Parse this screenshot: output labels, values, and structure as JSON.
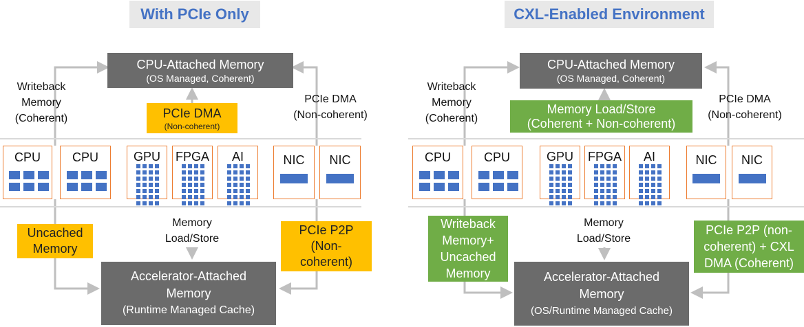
{
  "left": {
    "title": "With PCIe Only",
    "cpu_memory": {
      "title": "CPU-Attached Memory",
      "subtitle": "(OS Managed, Coherent)"
    },
    "writeback": [
      "Writeback",
      "Memory",
      "(Coherent)"
    ],
    "pcie_dma_box": {
      "title": "PCIe DMA",
      "subtitle": "(Non-coherent)"
    },
    "pcie_dma_right": [
      "PCIe DMA",
      "(Non-coherent)"
    ],
    "chips": [
      "CPU",
      "CPU",
      "GPU",
      "FPGA",
      "AI",
      "NIC",
      "NIC"
    ],
    "uncached": [
      "Uncached",
      "Memory"
    ],
    "mem_loadstore": [
      "Memory",
      "Load/Store"
    ],
    "p2p": [
      "PCIe P2P",
      "(Non-",
      "coherent)"
    ],
    "accel_memory": {
      "line1": "Accelerator-Attached",
      "line2": "Memory",
      "subtitle": "(Runtime Managed Cache)"
    }
  },
  "right": {
    "title": "CXL-Enabled Environment",
    "cpu_memory": {
      "title": "CPU-Attached Memory",
      "subtitle": "(OS Managed, Coherent)"
    },
    "writeback": [
      "Writeback",
      "Memory",
      "(Coherent)"
    ],
    "loadstore_box": [
      "Memory Load/Store",
      "(Coherent + Non-coherent)"
    ],
    "pcie_dma_right": [
      "PCIe DMA",
      "(Non-coherent)"
    ],
    "chips": [
      "CPU",
      "CPU",
      "GPU",
      "FPGA",
      "AI",
      "NIC",
      "NIC"
    ],
    "wb_uncached": [
      "Writeback",
      "Memory+",
      "Uncached",
      "Memory"
    ],
    "mem_loadstore": [
      "Memory",
      "Load/Store"
    ],
    "p2p_cxl": [
      "PCIe P2P (non-",
      "coherent) + CXL",
      "DMA  (Coherent)"
    ],
    "accel_memory": {
      "line1": "Accelerator-Attached",
      "line2": "Memory",
      "subtitle": "(OS/Runtime Managed Cache)"
    }
  },
  "colors": {
    "title_text": "#4472c4",
    "title_bg": "#e8e8e8",
    "gray_box": "#6b6b6b",
    "yellow_box": "#ffc000",
    "green_box": "#70ad47",
    "chip_border": "#ed7d31",
    "chip_fill": "#4472c4",
    "arrow": "#bfbfbf"
  }
}
